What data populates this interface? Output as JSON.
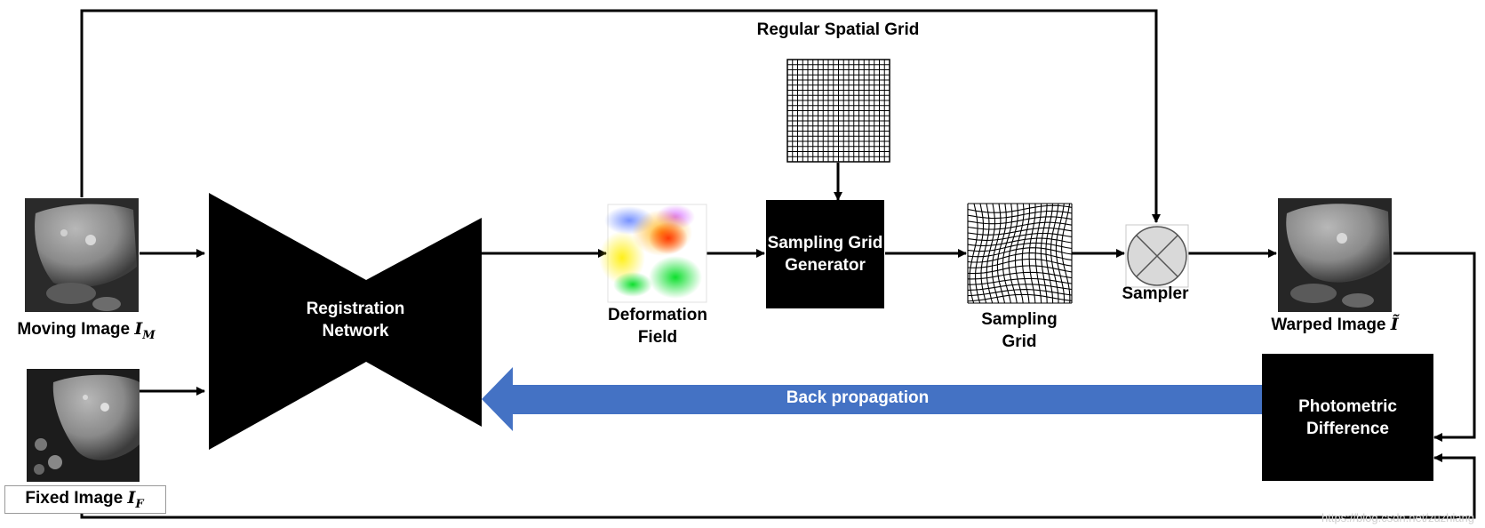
{
  "diagram": {
    "moving_image": {
      "label": "Moving Image ",
      "symbol": "I",
      "subscript": "M"
    },
    "fixed_image": {
      "label": "Fixed Image ",
      "symbol": "I",
      "subscript": "F"
    },
    "registration_network": {
      "line1": "Registration",
      "line2": "Network"
    },
    "deformation_field": {
      "line1": "Deformation",
      "line2": "Field"
    },
    "regular_spatial_grid": {
      "label": "Regular Spatial Grid"
    },
    "sampling_grid_generator": {
      "line1": "Sampling Grid",
      "line2": "Generator"
    },
    "sampling_grid": {
      "line1": "Sampling",
      "line2": "Grid"
    },
    "sampler": {
      "label": "Sampler"
    },
    "warped_image": {
      "label": "Warped Image ",
      "symbol": "Ĩ"
    },
    "photometric_difference": {
      "line1": "Photometric",
      "line2": "Difference"
    },
    "back_propagation": {
      "label": "Back propagation"
    }
  },
  "colors": {
    "back_propagation_arrow": "#4472c4",
    "box_fill": "#000000",
    "sampler_fill": "#d9d9d9",
    "connector": "#000000"
  },
  "watermark": "https://blog.csdn.net/zuzhiang"
}
